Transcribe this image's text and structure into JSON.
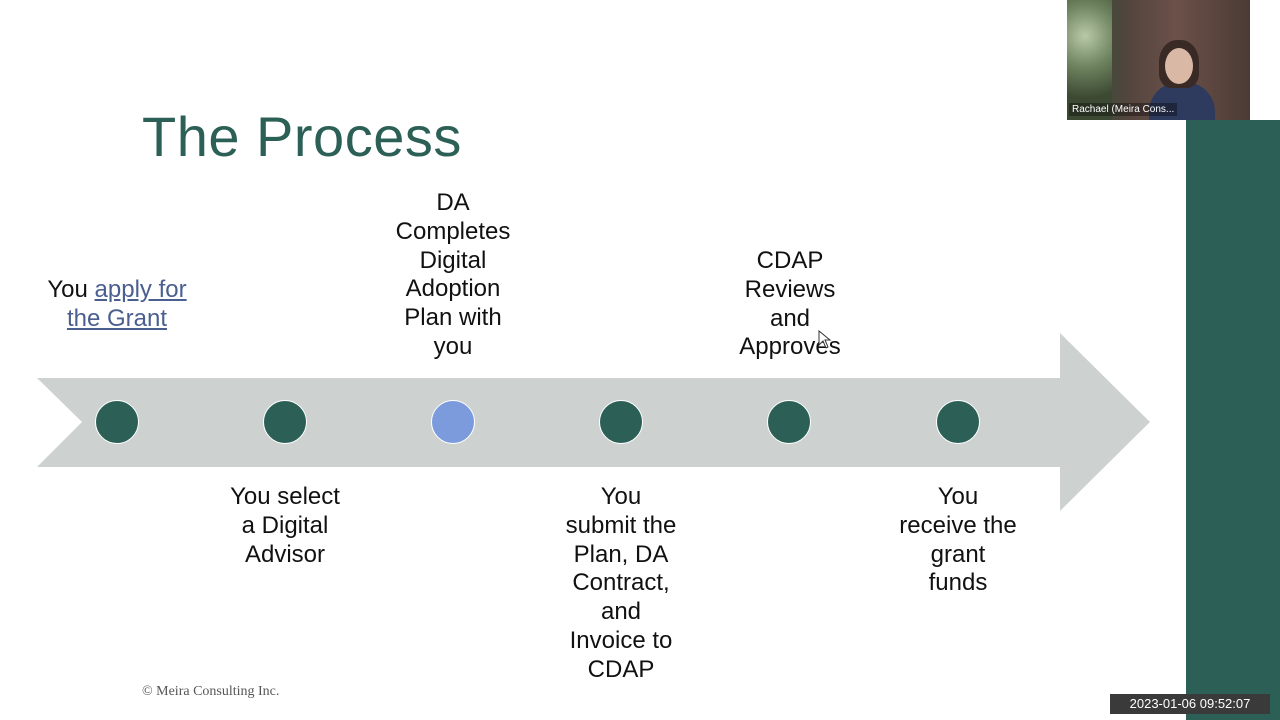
{
  "slide": {
    "title": "The Process",
    "copyright": "© Meira Consulting Inc."
  },
  "steps": [
    {
      "id": 1,
      "prefix": "You ",
      "link": "apply for the Grant",
      "lines": [],
      "position": "above",
      "active": false
    },
    {
      "id": 2,
      "text_lines": [
        "You select",
        "a Digital",
        "Advisor"
      ],
      "position": "below",
      "active": false
    },
    {
      "id": 3,
      "text_lines": [
        "DA",
        "Completes",
        "Digital",
        "Adoption",
        "Plan with",
        "you"
      ],
      "position": "above",
      "active": true
    },
    {
      "id": 4,
      "text_lines": [
        "You",
        "submit the",
        "Plan, DA",
        "Contract,",
        "and",
        "Invoice to",
        "CDAP"
      ],
      "position": "below",
      "active": false
    },
    {
      "id": 5,
      "text_lines": [
        "CDAP",
        "Reviews",
        "and",
        "Approves"
      ],
      "position": "above",
      "active": false
    },
    {
      "id": 6,
      "text_lines": [
        "You",
        "receive the",
        "grant",
        "funds"
      ],
      "position": "below",
      "active": false
    }
  ],
  "video": {
    "participant_name": "Rachael (Meira Cons..."
  },
  "timestamp": "2023-01-06  09:52:07",
  "colors": {
    "accent": "#2c6056",
    "active_dot": "#7b9bdc",
    "arrow": "#cdd2d1",
    "link": "#4a5f90"
  }
}
